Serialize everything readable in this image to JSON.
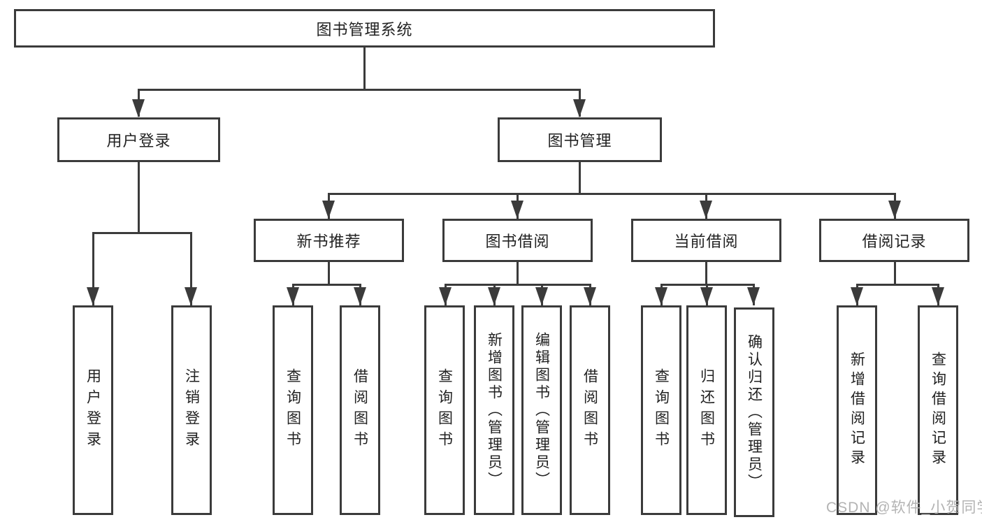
{
  "nodes": {
    "root": "图书管理系统",
    "user_login": "用户登录",
    "book_mgmt": "图书管理",
    "new_book_rec": "新书推荐",
    "book_borrow": "图书借阅",
    "current_borrow": "当前借阅",
    "borrow_records": "借阅记录",
    "user_login_leaf": "用户登录",
    "logout_leaf": "注销登录",
    "query_books_rec": "查询图书",
    "borrow_books_rec": "借阅图书",
    "query_books_borrow": "查询图书",
    "add_books_admin": "新增图书（管理员）",
    "edit_books_admin": "编辑图书（管理员）",
    "borrow_books_borrow": "借阅图书",
    "query_books_current": "查询图书",
    "return_books": "归还图书",
    "confirm_return_admin": "确认归还（管理员）",
    "add_borrow_record": "新增借阅记录",
    "query_borrow_record": "查询借阅记录"
  },
  "watermark": "CSDN @软件_小贺同学",
  "colors": {
    "line": "#3b3b3b",
    "text": "#222222",
    "box_background": "#ffffff",
    "watermark": "#b3b3b3",
    "page_background": "#ffffff"
  }
}
